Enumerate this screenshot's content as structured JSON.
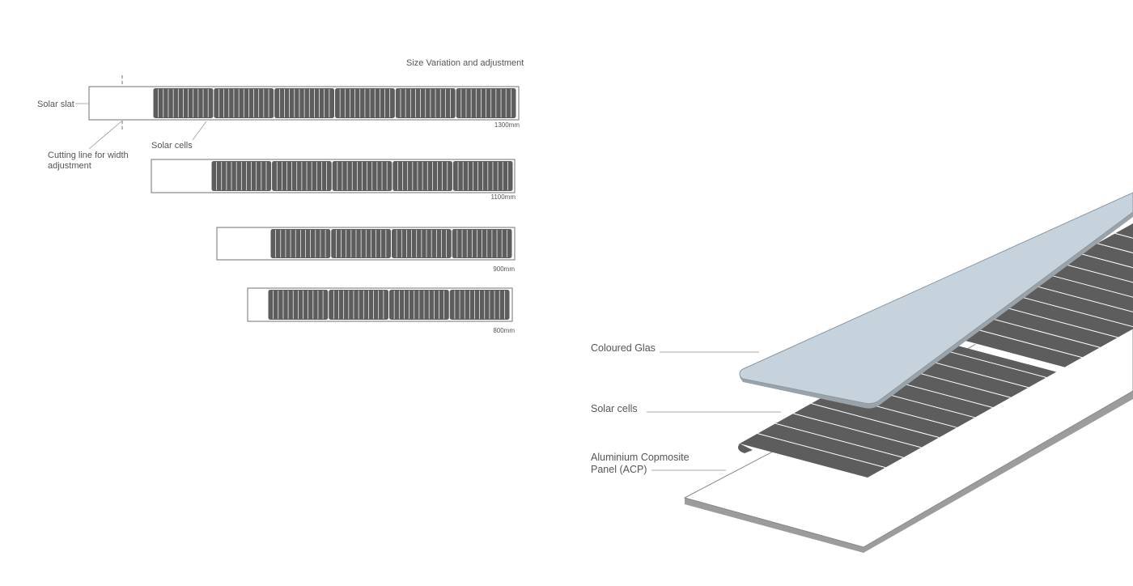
{
  "size_diagram": {
    "title": "Size Variation and adjustment",
    "solar_slat_label": "Solar slat",
    "cutting_line_label_1": "Cutting line for width",
    "cutting_line_label_2": "adjustment",
    "solar_cells_label": "Solar cells",
    "slats": [
      {
        "length": "1300mm",
        "modules": 6
      },
      {
        "length": "1100mm",
        "modules": 5
      },
      {
        "length": "900mm",
        "modules": 4
      },
      {
        "length": "800mm",
        "modules": 4
      }
    ]
  },
  "exploded_view": {
    "layers": [
      {
        "label": "Coloured Glas"
      },
      {
        "label": "Solar cells"
      },
      {
        "label_line_1": "Aluminium Copmosite",
        "label_line_2": "Panel (ACP)"
      }
    ],
    "colors": {
      "glass": "#c7d3dc",
      "cells": "#5d5d5d",
      "acp_top": "#ffffff",
      "acp_edge": "#9a9a9a"
    }
  }
}
